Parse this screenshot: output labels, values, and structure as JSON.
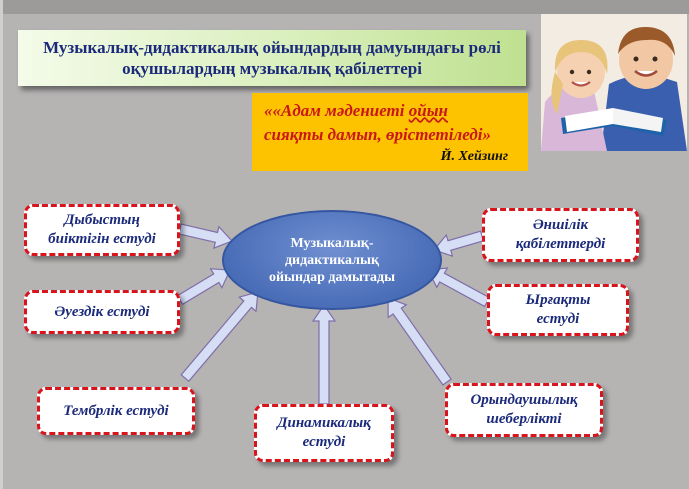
{
  "title": {
    "line1": "Музыкалық-дидактикалық  ойындардың дамуындағы рөлі",
    "line2": "оқушылардың  музыкалық  қабілеттері"
  },
  "quote": {
    "line1_before": "««Адам мәдениеті ",
    "line1_word": "ойын",
    "line2": "сияқты дамып, өрістетіледі»",
    "author": "Й. Хейзинг"
  },
  "center": {
    "line1": "Музыкалық-",
    "line2": "дидактикалық",
    "line3": "ойындар дамытады"
  },
  "nodes": {
    "pitch": {
      "line1": "Дыбыстың",
      "line2": "биіктігін  естуді"
    },
    "melody": {
      "line1": "Әуездік естуді"
    },
    "timbre": {
      "line1": "Тембрлік естуді"
    },
    "dynamics": {
      "line1": "Динамикалық",
      "line2": "естуді"
    },
    "performance": {
      "line1": "Орындаушылық",
      "line2": "шеберлікті"
    },
    "rhythm": {
      "line1": "Ырғақты",
      "line2": "естуді"
    },
    "singing": {
      "line1": "Әншілік",
      "line2": "қабілеттерді"
    }
  },
  "colors": {
    "node_border": "#d8141c",
    "node_text": "#1b2a7a",
    "ellipse": "#4a6db8",
    "quote_bg": "#fdc200",
    "quote_text": "#c8181a",
    "arrow_fill": "#d6def5",
    "arrow_stroke": "#7f6fa8"
  }
}
